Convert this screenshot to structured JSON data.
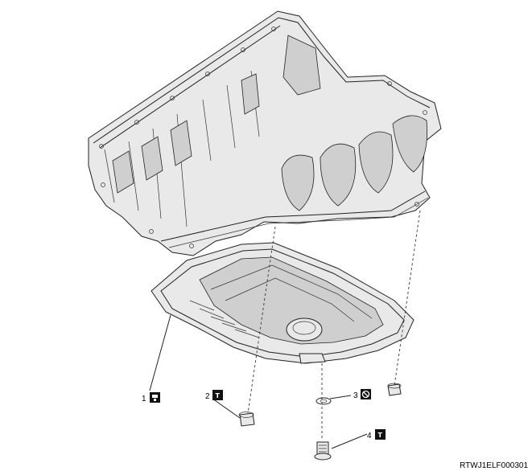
{
  "reference_code": "RTWJ1ELF000301",
  "callouts": [
    {
      "number": "1",
      "icon": "sealant-icon"
    },
    {
      "number": "2",
      "icon": "torque-icon"
    },
    {
      "number": "3",
      "icon": "no-reuse-icon"
    },
    {
      "number": "4",
      "icon": "torque-icon"
    }
  ],
  "icon_glyphs": {
    "torque": "T"
  }
}
